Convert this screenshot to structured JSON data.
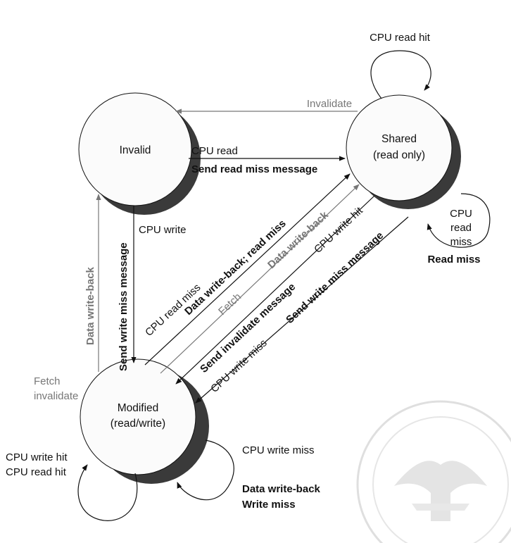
{
  "states": {
    "invalid": {
      "name": "Invalid"
    },
    "shared": {
      "line1": "Shared",
      "line2": "(read only)"
    },
    "modified": {
      "line1": "Modified",
      "line2": "(read/write)"
    }
  },
  "labels": {
    "shared_self_read_hit": "CPU read hit",
    "shared_to_invalid": "Invalidate",
    "invalid_to_shared_trigger": "CPU read",
    "invalid_to_shared_action": "Send read miss message",
    "shared_self_miss_1": "CPU",
    "shared_self_miss_2": "read",
    "shared_self_miss_3": "miss",
    "shared_self_miss_action": "Read miss",
    "invalid_to_modified_trigger": "CPU write",
    "invalid_to_modified_action": "Send write miss message",
    "modified_to_invalid_action": "Data write-back",
    "modified_to_invalid_trigger_1": "Fetch",
    "modified_to_invalid_trigger_2": "invalidate",
    "modified_to_shared_trigger": "CPU read miss",
    "modified_to_shared_action": "Data write-back; read miss",
    "modified_to_shared_fetch": "Fetch",
    "modified_to_shared_fetch_action": "Data write-back",
    "shared_to_modified_trigger": "CPU write hit",
    "shared_to_modified_action": "Send invalidate message",
    "shared_to_modified_write_miss": "CPU write miss",
    "shared_to_modified_write_miss_action": "Send write miss message",
    "modified_self_hit_1": "CPU write hit",
    "modified_self_hit_2": "CPU read hit",
    "modified_self_miss_trigger": "CPU write miss",
    "modified_self_miss_action_1": "Data write-back",
    "modified_self_miss_action_2": "Write miss"
  },
  "colors": {
    "ink": "#111111",
    "grey": "#777777",
    "shadow": "#3a3a3a",
    "watermark": "#d6d6d6"
  }
}
